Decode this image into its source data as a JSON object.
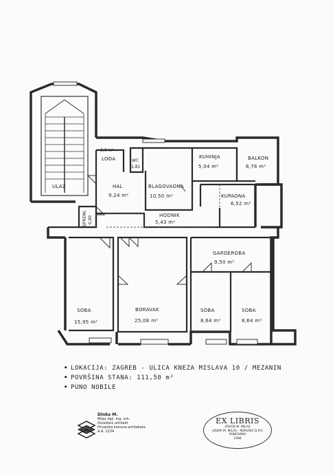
{
  "rooms": {
    "stairs": {
      "name": "",
      "area": ""
    },
    "loggia": {
      "name": "LOĐA",
      "area": "3,0 m²"
    },
    "wc": {
      "name": "WC",
      "area": "1,81"
    },
    "dining": {
      "name": "BLAGOVAONA",
      "area": "10,50 m²"
    },
    "kitchen": {
      "name": "KUHINJA",
      "area": "5,04 m²"
    },
    "balcony": {
      "name": "BALKON",
      "area": "6,76 m²"
    },
    "entrance": {
      "name": "ULAZ",
      "area": ""
    },
    "hall": {
      "name": "HAL",
      "area": "9,24 m²"
    },
    "bathroom": {
      "name": "KUPAONA",
      "area": "6,52 m²"
    },
    "storage": {
      "name": "SPREMI.",
      "area": "0,90"
    },
    "corridor": {
      "name": "HODNIK",
      "area": "5,43 m²"
    },
    "wardrobe": {
      "name": "GARDEROBA",
      "area": "9,50 m²"
    },
    "room1": {
      "name": "SOBA",
      "area": "15,95 m²"
    },
    "living": {
      "name": "BORAVAK",
      "area": "25,08 m²"
    },
    "room2": {
      "name": "SOBA",
      "area": "8,64 m²"
    },
    "room3": {
      "name": "SOBA",
      "area": "8,64 m²"
    }
  },
  "notes": [
    {
      "bullet": "•",
      "label": "LOKACIJA",
      "value": ": ZAGREB - ULICA KNEZA MISLAVA 10 / MEZANIN"
    },
    {
      "bullet": "•",
      "label": "POVRŠINA STANA",
      "value": ": 111,50 m²"
    },
    {
      "bullet": "•",
      "label": "PUNO NOBILE",
      "value": ""
    }
  ],
  "stamp_engineer": {
    "name": "Dinko M.",
    "line1": "Milas dipl. ing. arh.",
    "line2": "Ovlašteni arhitekt",
    "line3": "Hrvatska komora arhitekata",
    "line4": "A.A. 1234"
  },
  "stamp_exlibris": {
    "title": "EX LIBRIS",
    "line1": "ZAVOD M. MILAS",
    "line2": "JOSIPA M. MILAS - MARUŠIĆ D.P.O",
    "line3": "OSNOVANA",
    "line4": "1998"
  },
  "colors": {
    "ink": "#1c1c1c",
    "paper": "#fbfbfa",
    "wall": "#2a2a2a"
  }
}
